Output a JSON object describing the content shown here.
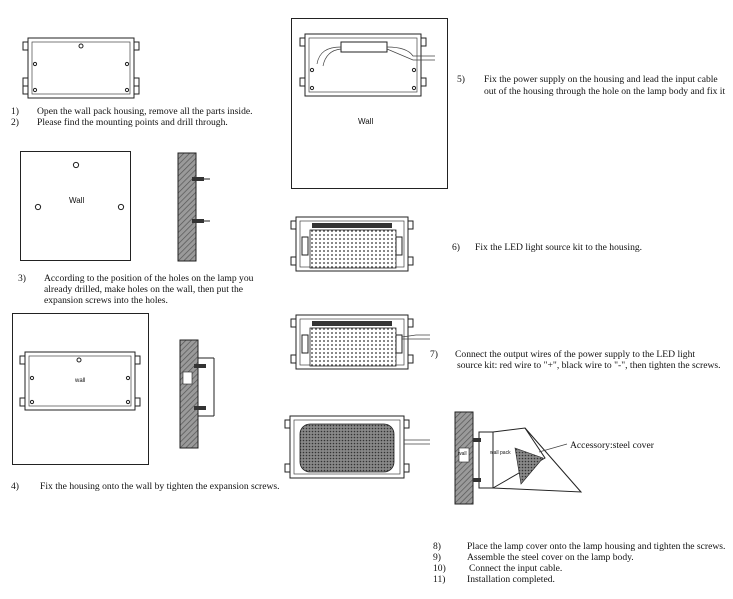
{
  "labels": {
    "wall": "Wall",
    "wall_small": "wall",
    "wall_pack": "wall pack",
    "accessory": "Accessory:steel cover"
  },
  "steps": {
    "s1": {
      "num": "1)",
      "text": "Open the wall pack housing, remove all the parts inside."
    },
    "s2": {
      "num": "2)",
      "text": "Please find the mounting points and drill through."
    },
    "s3": {
      "num": "3)",
      "line1": "According to the position of the holes on the lamp you",
      "line2": "already drilled, make holes on the wall, then put the",
      "line3": "expansion screws into the holes."
    },
    "s4": {
      "num": "4)",
      "text": "Fix the housing onto the wall by tighten the expansion screws."
    },
    "s5": {
      "num": "5)",
      "line1": "Fix the power supply on the housing and lead the input cable",
      "line2": "out of the housing through the hole on the lamp body and fix it"
    },
    "s6": {
      "num": "6)",
      "text": "Fix the LED light source kit to the housing."
    },
    "s7": {
      "num": "7)",
      "line1": "Connect the output wires of the power supply to the LED light",
      "line2": "source kit: red wire to \"+\", black wire to \"-\", then tighten the screws."
    },
    "s8": {
      "num": "8)",
      "text": "Place the lamp cover onto the lamp housing and tighten the screws."
    },
    "s9": {
      "num": "9)",
      "text": "Assemble the steel cover on the lamp body."
    },
    "s10": {
      "num": "10)",
      "text": "Connect the input cable."
    },
    "s11": {
      "num": "11)",
      "text": "Installation completed."
    }
  }
}
